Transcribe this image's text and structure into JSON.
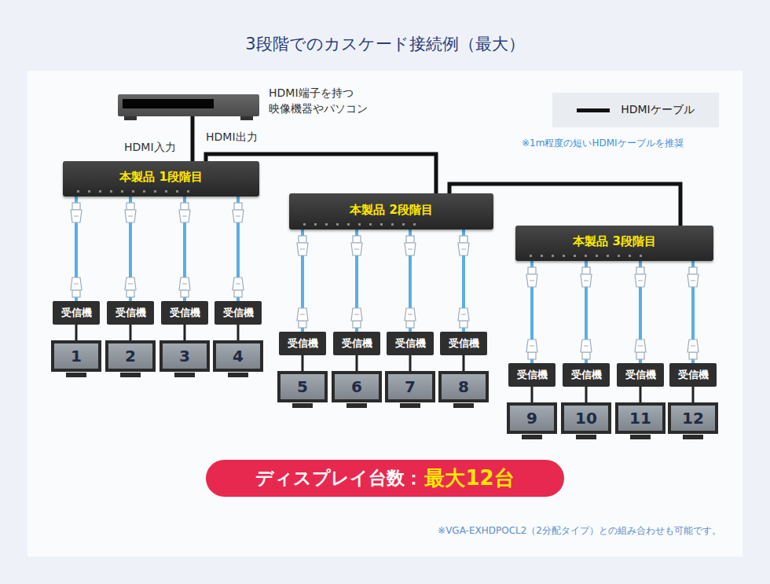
{
  "diagram": {
    "title": "3段階でのカスケード接続例（最大）",
    "nodes": [
      {
        "text": [
          "HDMI端子を持つ 映像機器やパソコン"
        ]
      },
      {
        "text": [
          "本製品 1段階目"
        ]
      },
      {
        "text": [
          "本製品 2段階目"
        ]
      },
      {
        "text": [
          "本製品 3段階目"
        ]
      },
      {
        "text": [
          "受信機"
        ]
      },
      {
        "text": [
          "受信機"
        ]
      },
      {
        "text": [
          "受信機"
        ]
      },
      {
        "text": [
          "受信機"
        ]
      },
      {
        "text": [
          "受信機"
        ]
      },
      {
        "text": [
          "受信機"
        ]
      },
      {
        "text": [
          "受信機"
        ]
      },
      {
        "text": [
          "受信機"
        ]
      },
      {
        "text": [
          "受信機"
        ]
      },
      {
        "text": [
          "受信機"
        ]
      },
      {
        "text": [
          "受信機"
        ]
      },
      {
        "text": [
          "受信機"
        ]
      },
      {
        "text": [
          "1"
        ]
      },
      {
        "text": [
          "2"
        ]
      },
      {
        "text": [
          "3"
        ]
      },
      {
        "text": [
          "4"
        ]
      },
      {
        "text": [
          "5"
        ]
      },
      {
        "text": [
          "6"
        ]
      },
      {
        "text": [
          "7"
        ]
      },
      {
        "text": [
          "8"
        ]
      },
      {
        "text": [
          "9"
        ]
      },
      {
        "text": [
          "10"
        ]
      },
      {
        "text": [
          "11"
        ]
      },
      {
        "text": [
          "12"
        ]
      },
      {
        "text": [
          "ディスプレイ台数：",
          "最大12台"
        ]
      }
    ],
    "edges": [
      {
        "from": 0,
        "to": 1,
        "arrow": "none"
      },
      {
        "from": 1,
        "to": 2,
        "arrow": "none"
      },
      {
        "from": 2,
        "to": 3,
        "arrow": "none"
      },
      {
        "from": 1,
        "to": 4,
        "arrow": "none"
      },
      {
        "from": 1,
        "to": 5,
        "arrow": "none"
      },
      {
        "from": 1,
        "to": 6,
        "arrow": "none"
      },
      {
        "from": 1,
        "to": 7,
        "arrow": "none"
      },
      {
        "from": 2,
        "to": 8,
        "arrow": "none"
      },
      {
        "from": 2,
        "to": 9,
        "arrow": "none"
      },
      {
        "from": 2,
        "to": 10,
        "arrow": "none"
      },
      {
        "from": 2,
        "to": 11,
        "arrow": "none"
      },
      {
        "from": 3,
        "to": 12,
        "arrow": "none"
      },
      {
        "from": 3,
        "to": 13,
        "arrow": "none"
      },
      {
        "from": 3,
        "to": 14,
        "arrow": "none"
      },
      {
        "from": 3,
        "to": 15,
        "arrow": "none"
      },
      {
        "from": 4,
        "to": 16,
        "arrow": "none"
      },
      {
        "from": 5,
        "to": 17,
        "arrow": "none"
      },
      {
        "from": 6,
        "to": 18,
        "arrow": "none"
      },
      {
        "from": 7,
        "to": 19,
        "arrow": "none"
      },
      {
        "from": 8,
        "to": 20,
        "arrow": "none"
      },
      {
        "from": 9,
        "to": 21,
        "arrow": "none"
      },
      {
        "from": 10,
        "to": 22,
        "arrow": "none"
      },
      {
        "from": 11,
        "to": 23,
        "arrow": "none"
      },
      {
        "from": 12,
        "to": 24,
        "arrow": "none"
      },
      {
        "from": 13,
        "to": 25,
        "arrow": "none"
      },
      {
        "from": 14,
        "to": 26,
        "arrow": "none"
      },
      {
        "from": 15,
        "to": 27,
        "arrow": "none"
      }
    ],
    "labels": [
      "HDMI入力",
      "HDMI出力",
      "※1m程度の短いHDMIケーブルを推奨",
      "※VGA-EXHDPOCL2（2分配タイプ）との組み合わせも可能です。"
    ],
    "legend": [
      {
        "text": "HDMIケーブル"
      }
    ]
  }
}
